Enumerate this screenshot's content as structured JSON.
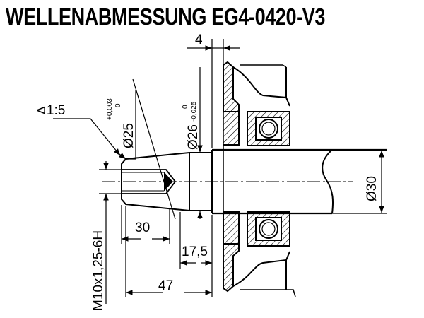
{
  "title": "WELLENABMESSUNG EG4-0420-V3",
  "dimensions": {
    "taper": "⊲1:5",
    "d25": "Ø25",
    "d25_tol_upper": "+0,003",
    "d25_tol_lower": "0",
    "d26": "Ø26",
    "d26_tol_upper": "0",
    "d26_tol_lower": "-0,025",
    "d30": "Ø30",
    "flange_width": "4",
    "len_30": "30",
    "len_17_5": "17,5",
    "len_47": "47",
    "thread": "M10x1,25-6H"
  }
}
